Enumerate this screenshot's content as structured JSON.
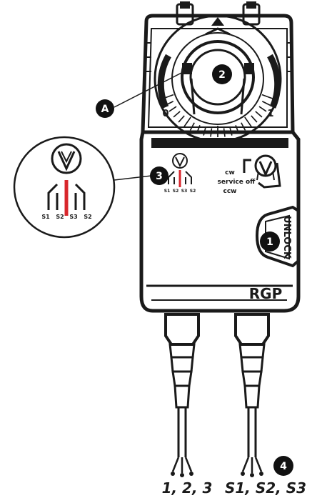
{
  "callouts": {
    "a": "A",
    "c1": "1",
    "c2": "2",
    "c3": "3",
    "c4": "4"
  },
  "dial": {
    "label_min": "0",
    "label_max": "1"
  },
  "switch_panel": {
    "cw": "cw",
    "service_off": "service off",
    "ccw": "ccw"
  },
  "switch_terminals": [
    "S1",
    "S2",
    "S3",
    "S2"
  ],
  "zoom_terminals": [
    "S1",
    "S2",
    "S3",
    "S2"
  ],
  "unlock_label": "UNLOCK",
  "brand": "RGP",
  "cables": {
    "power": "1, 2, 3",
    "switch": "S1, S2, S3"
  },
  "colors": {
    "outline": "#1a1a1a",
    "callout_fill": "#111111",
    "callout_text": "#ffffff",
    "switch_wire": "#d8262c",
    "body_shade": "#e9e9e9"
  }
}
